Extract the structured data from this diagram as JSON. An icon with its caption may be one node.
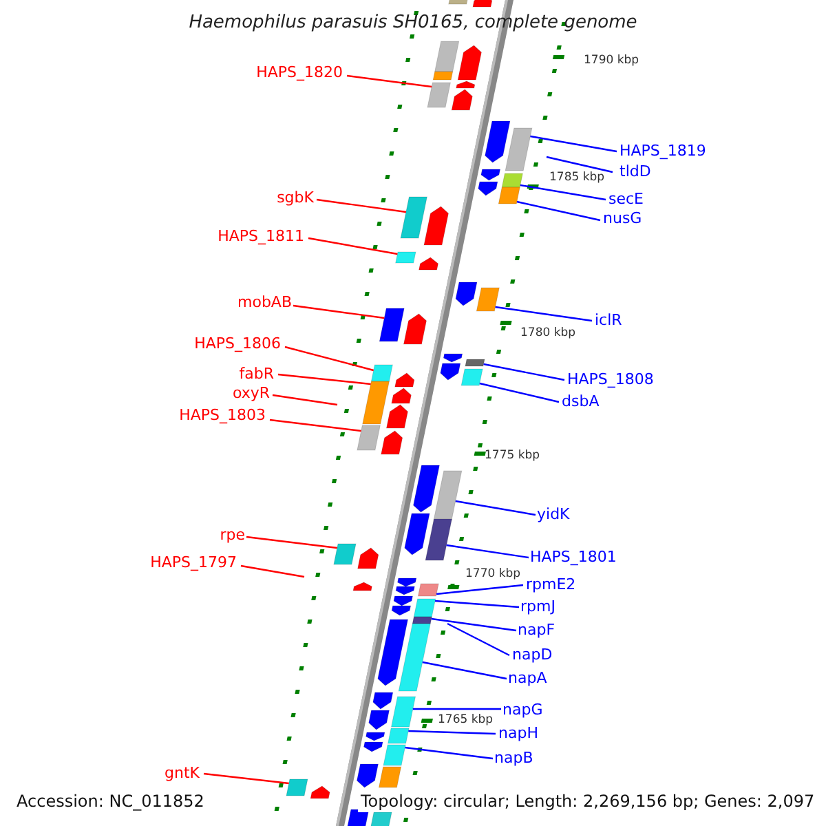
{
  "diagram": {
    "title": "Haemophilus parasuis SH0165, complete genome",
    "nodes": [
      {
        "text": [
          "HAPS_1820"
        ]
      },
      {
        "text": [
          "HAPS_1819"
        ]
      },
      {
        "text": [
          "tldD"
        ]
      },
      {
        "text": [
          "secE"
        ]
      },
      {
        "text": [
          "sgbK"
        ]
      },
      {
        "text": [
          "nusG"
        ]
      },
      {
        "text": [
          "HAPS_1811"
        ]
      },
      {
        "text": [
          "mobAB"
        ]
      },
      {
        "text": [
          "iclR"
        ]
      },
      {
        "text": [
          "HAPS_1806"
        ]
      },
      {
        "text": [
          "fabR"
        ]
      },
      {
        "text": [
          "HAPS_1808"
        ]
      },
      {
        "text": [
          "oxyR"
        ]
      },
      {
        "text": [
          "dsbA"
        ]
      },
      {
        "text": [
          "HAPS_1803"
        ]
      },
      {
        "text": [
          "yidK"
        ]
      },
      {
        "text": [
          "rpe"
        ]
      },
      {
        "text": [
          "HAPS_1801"
        ]
      },
      {
        "text": [
          "HAPS_1797"
        ]
      },
      {
        "text": [
          "rpmE2"
        ]
      },
      {
        "text": [
          "rpmJ"
        ]
      },
      {
        "text": [
          "napF"
        ]
      },
      {
        "text": [
          "napD"
        ]
      },
      {
        "text": [
          "napA"
        ]
      },
      {
        "text": [
          "napG"
        ]
      },
      {
        "text": [
          "napH"
        ]
      },
      {
        "text": [
          "napB"
        ]
      },
      {
        "text": [
          "gntK"
        ]
      },
      {
        "text": [],
        "shape": "box"
      },
      {
        "text": [],
        "shape": "box"
      },
      {
        "text": [],
        "shape": "box"
      },
      {
        "text": [],
        "shape": "box"
      },
      {
        "text": [],
        "shape": "box"
      },
      {
        "text": [],
        "shape": "box"
      },
      {
        "text": [],
        "shape": "box"
      },
      {
        "text": [],
        "shape": "box"
      },
      {
        "text": [],
        "shape": "box"
      },
      {
        "text": [],
        "shape": "box"
      },
      {
        "text": [],
        "shape": "box"
      },
      {
        "text": [],
        "shape": "box"
      },
      {
        "text": [],
        "shape": "box"
      },
      {
        "text": [],
        "shape": "box"
      },
      {
        "text": [],
        "shape": "box"
      },
      {
        "text": [],
        "shape": "box"
      },
      {
        "text": [],
        "shape": "box"
      },
      {
        "text": [],
        "shape": "box"
      },
      {
        "text": [],
        "shape": "box"
      },
      {
        "text": [],
        "shape": "box"
      },
      {
        "text": [],
        "shape": "box"
      },
      {
        "text": [],
        "shape": "box"
      },
      {
        "text": [],
        "shape": "box"
      },
      {
        "text": [],
        "shape": "box"
      },
      {
        "text": [],
        "shape": "box"
      }
    ],
    "edges": [
      {
        "from": 0,
        "to": 28,
        "arrow": "none",
        "color": "#ff0000"
      },
      {
        "from": 1,
        "to": 29,
        "arrow": "none"
      },
      {
        "from": 2,
        "to": null,
        "arrow": "none"
      },
      {
        "from": 3,
        "to": 30,
        "arrow": "none"
      },
      {
        "from": 4,
        "to": 31,
        "arrow": "none",
        "color": "#ff0000"
      },
      {
        "from": 5,
        "to": 32,
        "arrow": "none"
      },
      {
        "from": 6,
        "to": 33,
        "arrow": "none",
        "color": "#ff0000"
      },
      {
        "from": 7,
        "to": 34,
        "arrow": "none",
        "color": "#ff0000"
      },
      {
        "from": 8,
        "to": 35,
        "arrow": "none"
      },
      {
        "from": 9,
        "to": 36,
        "arrow": "none",
        "color": "#ff0000"
      },
      {
        "from": 10,
        "to": 37,
        "arrow": "none",
        "color": "#ff0000"
      },
      {
        "from": 11,
        "to": 38,
        "arrow": "none"
      },
      {
        "from": 12,
        "to": null,
        "arrow": "none",
        "color": "#ff0000"
      },
      {
        "from": 13,
        "to": 39,
        "arrow": "none"
      },
      {
        "from": 14,
        "to": 40,
        "arrow": "none",
        "color": "#ff0000"
      },
      {
        "from": 15,
        "to": 41,
        "arrow": "none"
      },
      {
        "from": 16,
        "to": 42,
        "arrow": "none",
        "color": "#ff0000"
      },
      {
        "from": 17,
        "to": 43,
        "arrow": "none"
      },
      {
        "from": 18,
        "to": null,
        "arrow": "none",
        "color": "#ff0000"
      },
      {
        "from": 19,
        "to": 44,
        "arrow": "none"
      },
      {
        "from": 20,
        "to": 45,
        "arrow": "none"
      },
      {
        "from": 21,
        "to": 46,
        "arrow": "none"
      },
      {
        "from": 22,
        "to": null,
        "arrow": "none"
      },
      {
        "from": 23,
        "to": 47,
        "arrow": "none"
      },
      {
        "from": 24,
        "to": 48,
        "arrow": "none"
      },
      {
        "from": 25,
        "to": 49,
        "arrow": "none"
      },
      {
        "from": 26,
        "to": 50,
        "arrow": "none"
      },
      {
        "from": 27,
        "to": 51,
        "arrow": "none",
        "color": "#ff0000"
      }
    ],
    "labels": [
      "1790 kbp",
      "1785 kbp",
      "1780 kbp",
      "1775 kbp",
      "1770 kbp",
      "1765 kbp",
      "Accession: NC_011852",
      "Topology: circular; Length: 2,269,156 bp; Genes: 2,097"
    ]
  }
}
